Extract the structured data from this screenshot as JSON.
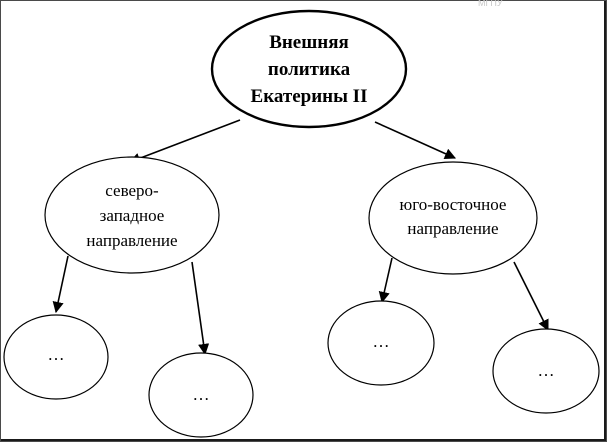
{
  "watermark": "МГПУ",
  "root": {
    "lines": [
      "Внешняя",
      "политика",
      "Екатерины II"
    ]
  },
  "branches": [
    {
      "lines": [
        "северо-",
        "западное",
        "направление"
      ]
    },
    {
      "lines": [
        "юго-восточное",
        "направление"
      ]
    }
  ],
  "leaves": [
    {
      "label": "…"
    },
    {
      "label": "…"
    },
    {
      "label": "…"
    },
    {
      "label": "…"
    }
  ]
}
